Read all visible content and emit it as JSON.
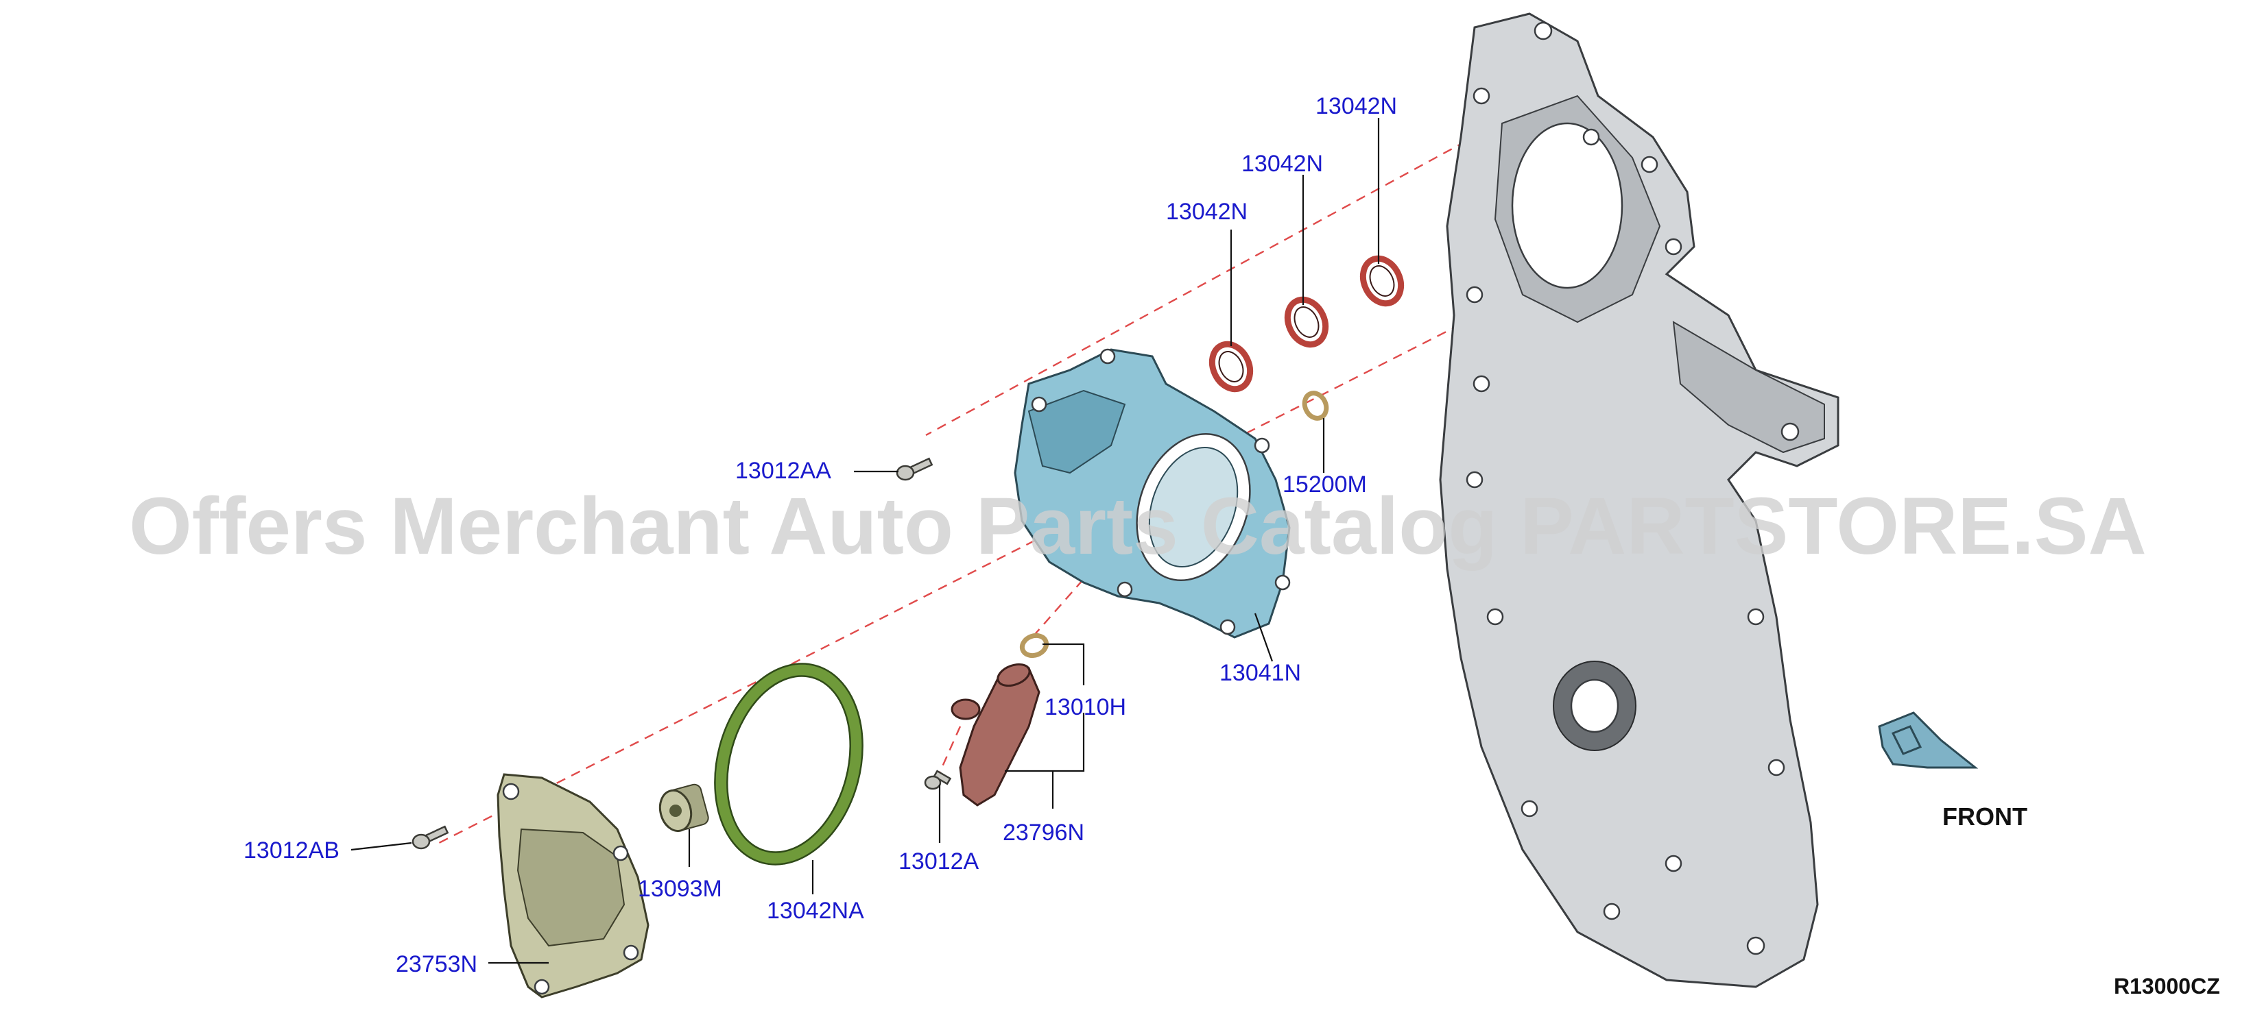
{
  "watermark": "Offers Merchant Auto Parts Catalog PARTSTORE.SA",
  "diagram_code": "R13000CZ",
  "front_label": "FRONT",
  "callouts": [
    {
      "id": "13042N_top",
      "text": "13042N"
    },
    {
      "id": "13042N_mid",
      "text": "13042N"
    },
    {
      "id": "13042N_left",
      "text": "13042N"
    },
    {
      "id": "13012AA",
      "text": "13012AA"
    },
    {
      "id": "15200M",
      "text": "15200M"
    },
    {
      "id": "13041N",
      "text": "13041N"
    },
    {
      "id": "13010H",
      "text": "13010H"
    },
    {
      "id": "23796N",
      "text": "23796N"
    },
    {
      "id": "13012A",
      "text": "13012A"
    },
    {
      "id": "13012AB",
      "text": "13012AB"
    },
    {
      "id": "13093M",
      "text": "13093M"
    },
    {
      "id": "13042NA",
      "text": "13042NA"
    },
    {
      "id": "23753N",
      "text": "23753N"
    }
  ],
  "colors": {
    "label": "#1a1acc",
    "leader": "#111111",
    "dash": "#e04a4a",
    "cover": "#d3d6d9",
    "blue_part": "#8fc4d6",
    "seal_red": "#b8423a",
    "seal_green": "#6f9a3a",
    "olive_part": "#c7c8a6",
    "brown_part": "#a86a62"
  }
}
